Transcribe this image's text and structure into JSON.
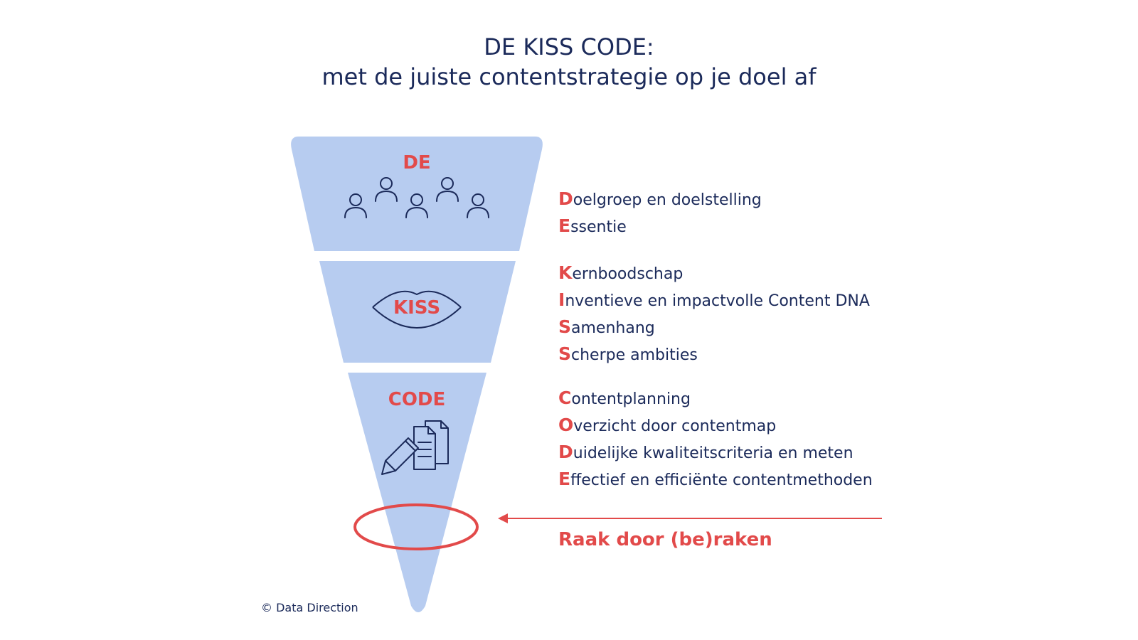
{
  "title": {
    "line1": "DE KISS CODE:",
    "line2": "met de juiste contentstrategie op je doel af"
  },
  "funnel": {
    "segments": [
      {
        "label": "DE",
        "icon": "people-group-icon"
      },
      {
        "label": "KISS",
        "icon": "lips-icon"
      },
      {
        "label": "CODE",
        "icon": "documents-pencil-icon"
      }
    ]
  },
  "lists": {
    "de": [
      {
        "initial": "D",
        "rest": "oelgroep en doelstelling"
      },
      {
        "initial": "E",
        "rest": "ssentie"
      }
    ],
    "kiss": [
      {
        "initial": "K",
        "rest": "ernboodschap"
      },
      {
        "initial": "I",
        "rest": "nventieve en impactvolle Content DNA"
      },
      {
        "initial": "S",
        "rest": "amenhang"
      },
      {
        "initial": "S",
        "rest": "cherpe ambities"
      }
    ],
    "code": [
      {
        "initial": "C",
        "rest": "ontentplanning"
      },
      {
        "initial": "O",
        "rest": "verzicht door contentmap"
      },
      {
        "initial": "D",
        "rest": "uidelijke kwaliteitscriteria en meten"
      },
      {
        "initial": "E",
        "rest": "ffectief en efficiënte contentmethoden"
      }
    ]
  },
  "callout": {
    "text": "Raak door (be)raken"
  },
  "copyright": "© Data Direction",
  "colors": {
    "funnel_fill": "#b7ccf0",
    "accent_red": "#e24a4a",
    "text_navy": "#1b2a5a"
  }
}
